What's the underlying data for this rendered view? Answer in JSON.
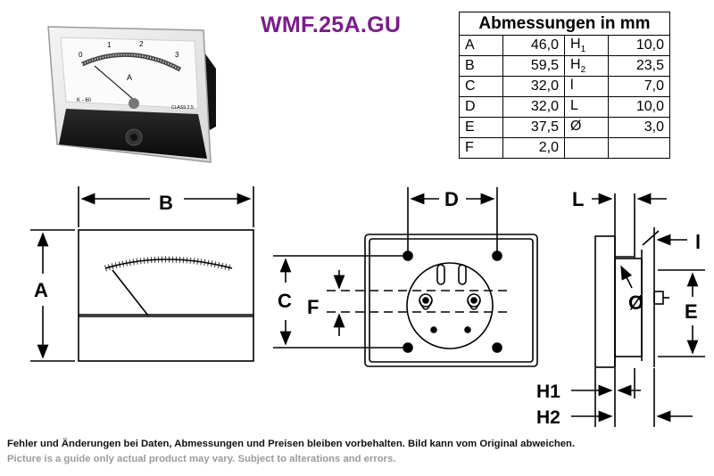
{
  "title": "WMF.25A.GU",
  "photo": {
    "scale_labels": [
      "0",
      "1",
      "2",
      "3"
    ],
    "unit": "A",
    "model": "K - 60",
    "class_label": "CLASS 2.5"
  },
  "table": {
    "header": "Abmessungen in mm",
    "rows": [
      {
        "l1": "A",
        "v1": "46,0",
        "l2": "H",
        "s2": "1",
        "v2": "10,0"
      },
      {
        "l1": "B",
        "v1": "59,5",
        "l2": "H",
        "s2": "2",
        "v2": "23,5"
      },
      {
        "l1": "C",
        "v1": "32,0",
        "l2": "l",
        "s2": "",
        "v2": "7,0"
      },
      {
        "l1": "D",
        "v1": "32,0",
        "l2": "L",
        "s2": "",
        "v2": "10,0"
      },
      {
        "l1": "E",
        "v1": "37,5",
        "l2": "Ø",
        "s2": "",
        "v2": "3,0"
      },
      {
        "l1": "F",
        "v1": "2,0",
        "l2": "",
        "s2": "",
        "v2": ""
      }
    ]
  },
  "diagram_labels": {
    "A": "A",
    "B": "B",
    "C": "C",
    "D": "D",
    "E": "E",
    "F": "F",
    "L": "L",
    "l": "l",
    "dia": "Ø",
    "H1": "H1",
    "H2": "H2"
  },
  "colors": {
    "title": "#7b1c8c",
    "note_en": "#9a9a9a"
  },
  "notes": {
    "de": "Fehler und Änderungen bei Daten, Abmessungen und Preisen bleiben vorbehalten. Bild kann vom Original abweichen.",
    "en": "Picture is a guide only actual product may vary. Subject to alterations and errors."
  }
}
